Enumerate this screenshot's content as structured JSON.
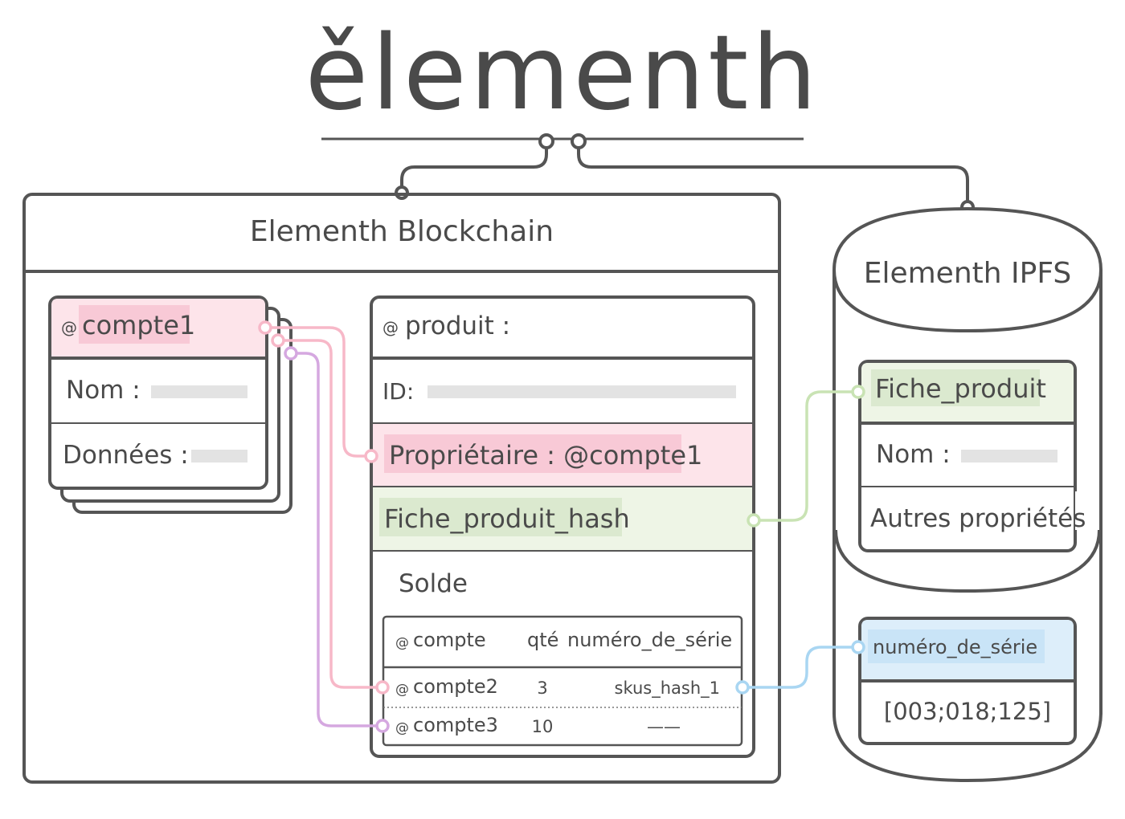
{
  "logo": {
    "text": "ělementh"
  },
  "colors": {
    "outline": "#555555",
    "pink": "#f7b8c8",
    "pink_fill": "#fde4ea",
    "pink_label": "#f8c9d6",
    "purple": "#d5a8e0",
    "green": "#c9e3b4",
    "green_fill": "#eef5e6",
    "green_label": "#dbe9cf",
    "blue": "#a9d6f2",
    "blue_fill": "#ddeefa",
    "blue_text": "#6ab7e8"
  },
  "blockchain": {
    "title": "Elementh Blockchain",
    "account_card": {
      "at": "@",
      "header": "compte1",
      "nom_label": "Nom :",
      "donnees_label": "Données :"
    },
    "product_card": {
      "at": "@",
      "header": "produit :",
      "id_label": "ID:",
      "proprietaire": "Propriétaire : @compte1",
      "fiche_hash": "Fiche_produit_hash",
      "solde": "Solde",
      "table": {
        "headers": {
          "at": "@",
          "compte": "compte",
          "qte": "qté",
          "serie": "numéro_de_série"
        },
        "rows": [
          {
            "at": "@",
            "compte": "compte2",
            "qte": "3",
            "serie": "skus_hash_1"
          },
          {
            "at": "@",
            "compte": "compte3",
            "qte": "10",
            "serie": "——"
          }
        ]
      }
    }
  },
  "ipfs": {
    "title": "Elementh IPFS",
    "fiche_card": {
      "header": "Fiche_produit",
      "nom_label": "Nom :",
      "autres": "Autres propriétés"
    },
    "serie_card": {
      "header": "numéro_de_série",
      "value": "[003;018;125]"
    }
  }
}
